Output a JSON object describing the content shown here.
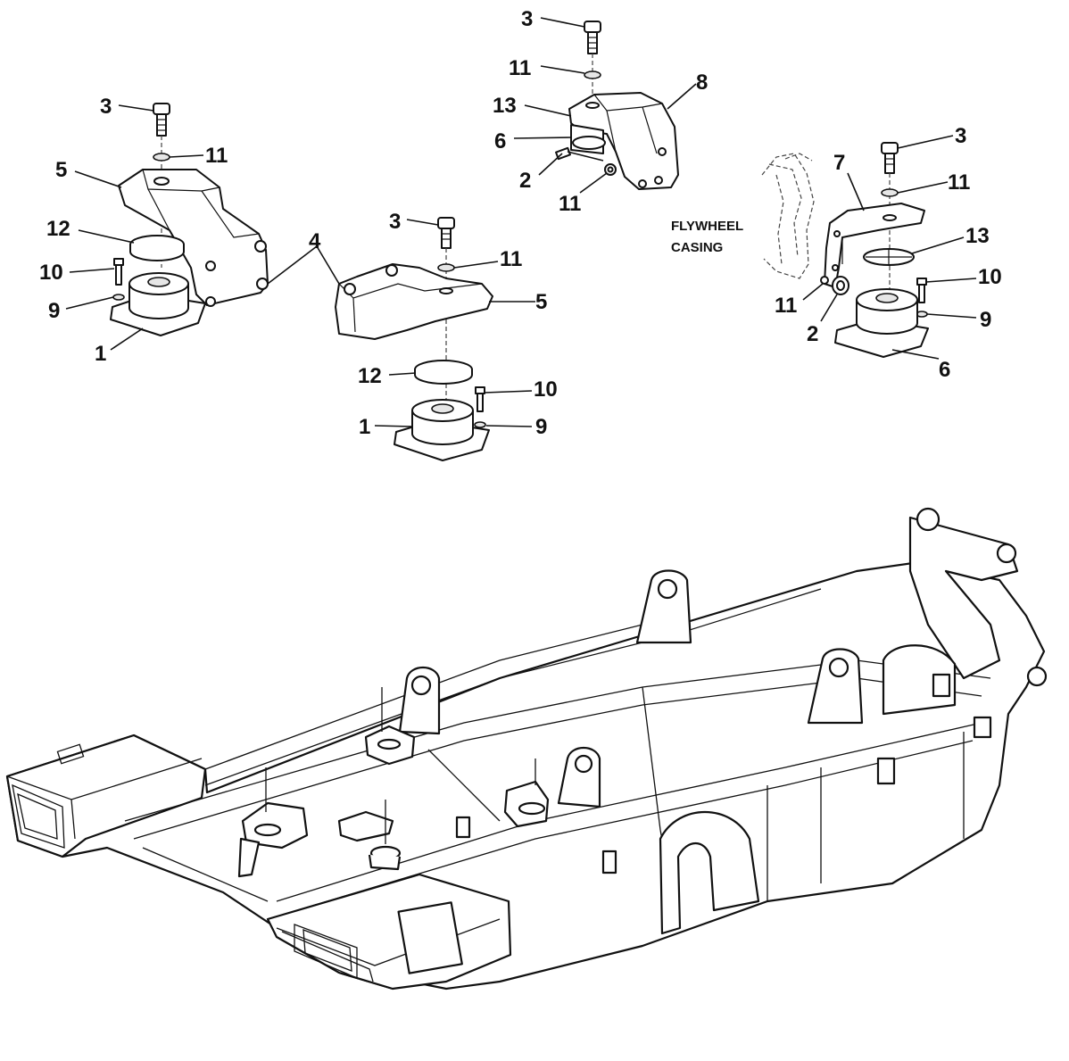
{
  "diagram": {
    "callouts": {
      "g1_3": "3",
      "g1_11": "11",
      "g1_5": "5",
      "g1_12": "12",
      "g1_10": "10",
      "g1_9": "9",
      "g1_1": "1",
      "g2_4": "4",
      "g2_3": "3",
      "g2_11": "11",
      "g2_5": "5",
      "g2_12": "12",
      "g2_10": "10",
      "g2_1": "1",
      "g2_9": "9",
      "g3_3": "3",
      "g3_11a": "11",
      "g3_8": "8",
      "g3_13": "13",
      "g3_6": "6",
      "g3_2": "2",
      "g3_11b": "11",
      "g4_3": "3",
      "g4_7": "7",
      "g4_11a": "11",
      "g4_13": "13",
      "g4_10": "10",
      "g4_9": "9",
      "g4_11b": "11",
      "g4_2": "2",
      "g4_6": "6"
    },
    "flywheel_label_line1": "FLYWHEEL",
    "flywheel_label_line2": "CASING"
  }
}
